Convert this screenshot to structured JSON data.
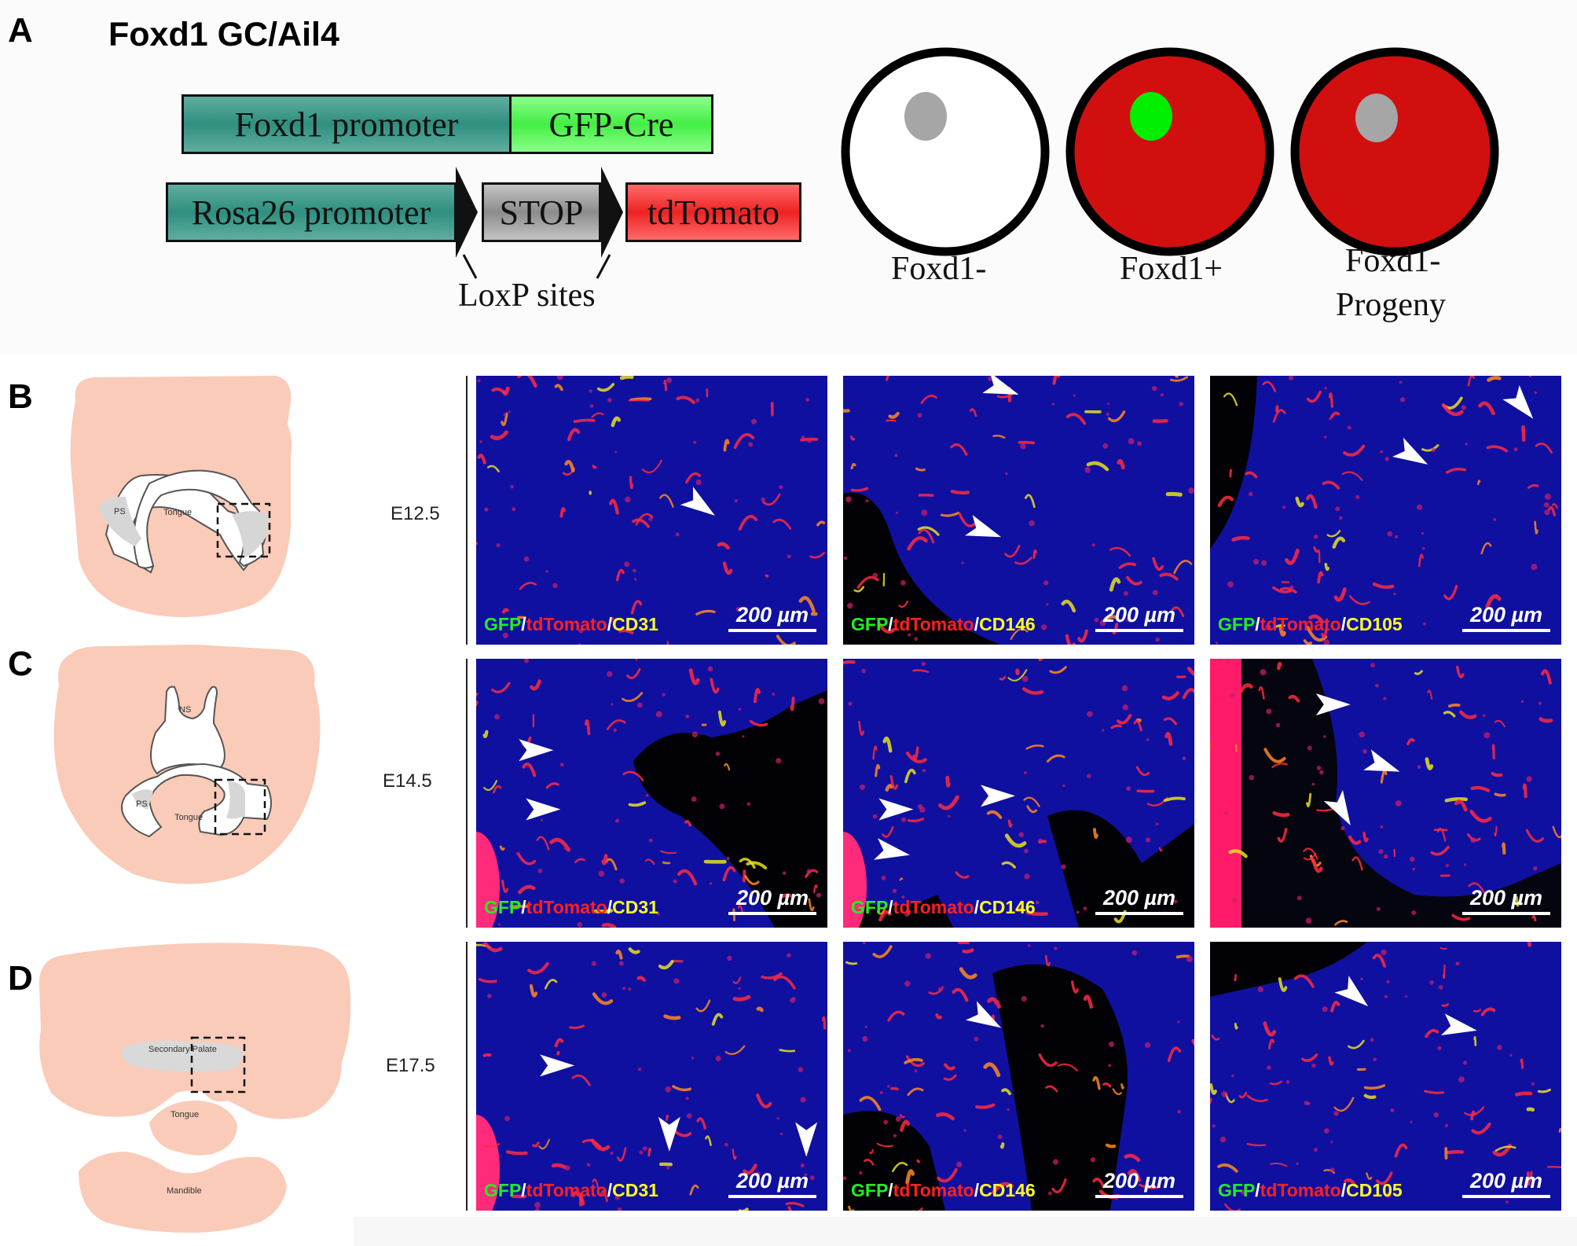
{
  "panel_a": {
    "letter": "A",
    "title": "Foxd1 GC/Ail4",
    "constructs": {
      "row1": [
        "Foxd1 promoter",
        "GFP-Cre"
      ],
      "row2": [
        "Rosa26 promoter",
        "STOP",
        "tdTomato"
      ],
      "loxp_label": "LoxP sites"
    },
    "cells": [
      {
        "label": "Foxd1-",
        "fill": "#ffffff",
        "nucleus": "#a6a6a6"
      },
      {
        "label": "Foxd1+",
        "fill": "#d20f0f",
        "nucleus": "#00ee00"
      },
      {
        "label_line1": "Foxd1-",
        "label_line2": "Progeny",
        "fill": "#d20f0f",
        "nucleus": "#a6a6a6"
      }
    ],
    "colors": {
      "teal": "#2f8f7f",
      "green": "#55ff55",
      "gray": "#a0a0a0",
      "red": "#ff2e2e"
    }
  },
  "rows": [
    {
      "letter": "B",
      "stage": "E12.5",
      "diagram_labels": [
        "PS",
        "Tongue"
      ],
      "images": [
        {
          "stains": [
            "GFP",
            "tdTomato",
            "CD31"
          ],
          "scale": "200 µm"
        },
        {
          "stains": [
            "GFP",
            "tdTomato",
            "CD146"
          ],
          "scale": "200 µm"
        },
        {
          "stains": [
            "GFP",
            "tdTomato",
            "CD105"
          ],
          "scale": "200 µm"
        }
      ]
    },
    {
      "letter": "C",
      "stage": "E14.5",
      "diagram_labels": [
        "NS",
        "PS",
        "Tongue"
      ],
      "images": [
        {
          "stains": [
            "GFP",
            "tdTomato",
            "CD31"
          ],
          "scale": "200 µm"
        },
        {
          "stains": [
            "GFP",
            "tdTomato",
            "CD146"
          ],
          "scale": "200 µm"
        },
        {
          "stains": [],
          "scale": "200 µm"
        }
      ]
    },
    {
      "letter": "D",
      "stage": "E17.5",
      "diagram_labels": [
        "Secondary Palate",
        "Tongue",
        "Mandible"
      ],
      "images": [
        {
          "stains": [
            "GFP",
            "tdTomato",
            "CD31"
          ],
          "scale": "200 µm"
        },
        {
          "stains": [
            "GFP",
            "tdTomato",
            "CD146"
          ],
          "scale": "200 µm"
        },
        {
          "stains": [
            "GFP",
            "tdTomato",
            "CD105"
          ],
          "scale": "200 µm"
        }
      ]
    }
  ]
}
